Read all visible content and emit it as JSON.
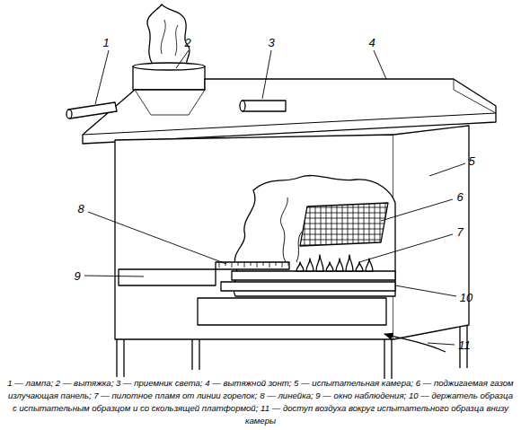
{
  "diagram": {
    "caption": "1 — лампа; 2 — вытяжка; 3 — приемник света; 4 — вытяжной зонт; 5 — испытательная камера; 6 — поджигаемая газом излучающая панель; 7 — пилотное пламя от линии горелок; 8 — линейка; 9 — окно наблюдения; 10 — держатель образца с испытательным образцом и со скользящей платформой; 11 — доступ воздуха вокруг испытательного образца внизу камеры",
    "labels": [
      "1",
      "2",
      "3",
      "4",
      "5",
      "6",
      "7",
      "8",
      "9",
      "10",
      "11"
    ]
  }
}
